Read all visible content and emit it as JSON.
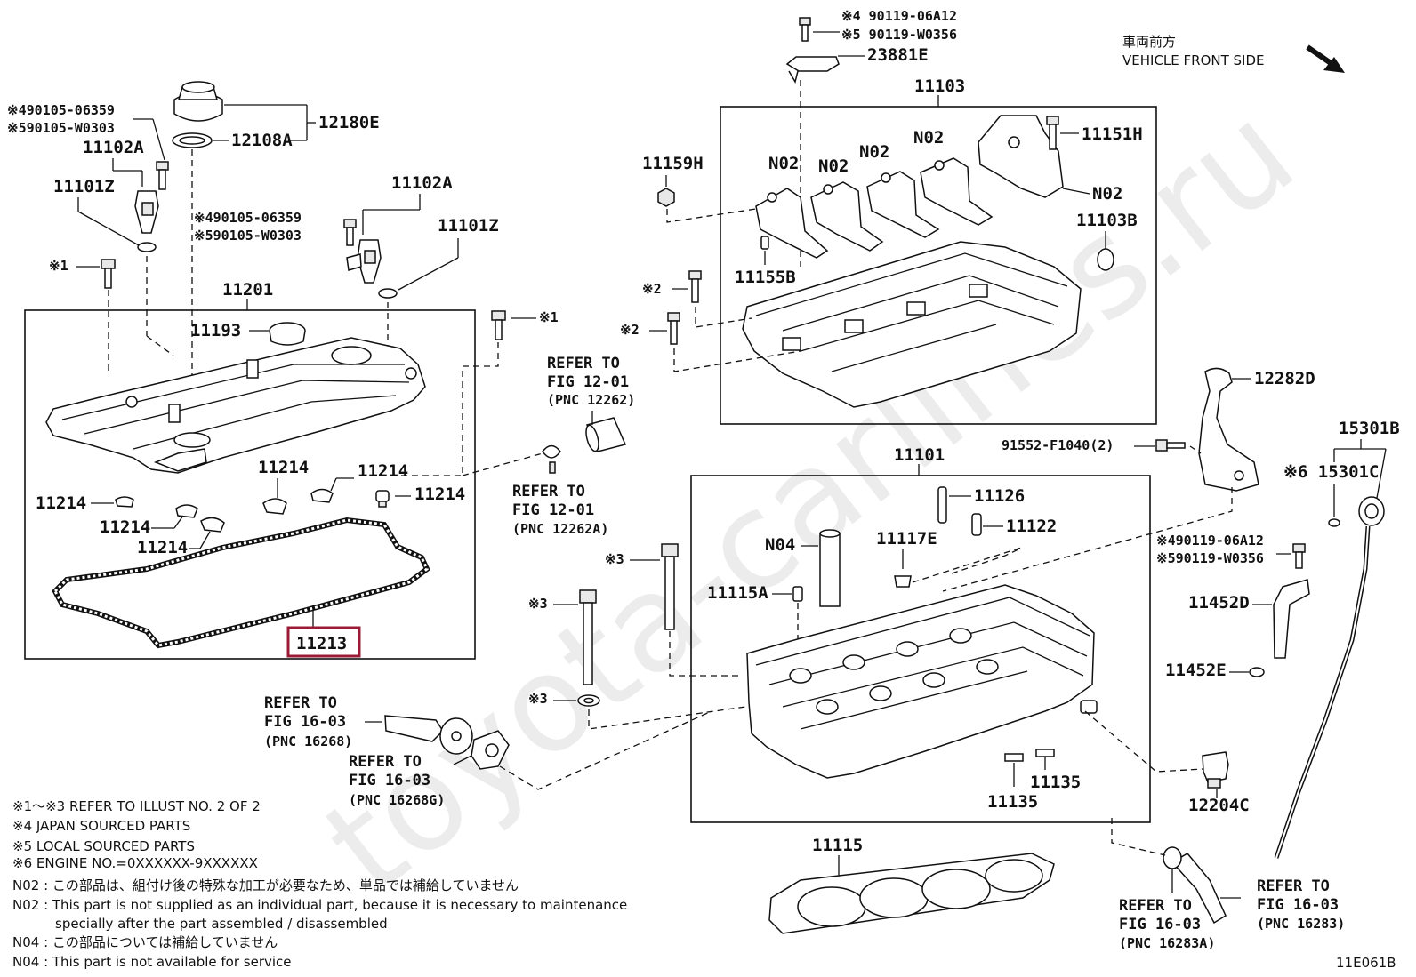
{
  "watermark": "toyota-carlines.ru",
  "front_side": {
    "jp": "車両前方",
    "en": "VEHICLE FRONT SIDE"
  },
  "figure_id": "11E061B",
  "labels": {
    "p23881E": "23881E",
    "m4_90119": "※4 90119-06A12",
    "m5_90119": "※5 90119-W0356",
    "p11103": "11103",
    "p11159H": "11159H",
    "n02_a": "N02",
    "n02_b": "N02",
    "n02_c": "N02",
    "n02_d": "N02",
    "n02_e": "N02",
    "p11151H": "11151H",
    "p11103B": "11103B",
    "p11155B": "11155B",
    "m2_a": "※2",
    "m2_b": "※2",
    "p12180E": "12180E",
    "p12108A": "12108A",
    "m4_90105_l": "※490105-06359",
    "m5_90105_l": "※590105-W0303",
    "p11102A_l": "11102A",
    "p11101Z_l": "11101Z",
    "p11102A_r": "11102A",
    "m4_90105_r": "※490105-06359",
    "m5_90105_r": "※590105-W0303",
    "p11101Z_r": "11101Z",
    "m1_a": "※1",
    "m1_b": "※1",
    "p11201": "11201",
    "p11193": "11193",
    "p11214_a": "11214",
    "p11214_b": "11214",
    "p11214_c": "11214",
    "p11214_d": "11214",
    "p11214_e": "11214",
    "p11214_f": "11214",
    "p11213": "11213",
    "p12282D": "12282D",
    "p91552": "91552-F1040(2)",
    "p15301B": "15301B",
    "m6_15301C": "※6 15301C",
    "p11101": "11101",
    "p11126": "11126",
    "p11122": "11122",
    "n04": "N04",
    "p11117E": "11117E",
    "p11115A": "11115A",
    "m3_a": "※3",
    "m3_b": "※3",
    "m3_c": "※3",
    "m4_90119_r": "※490119-06A12",
    "m5_90119_r": "※590119-W0356",
    "p11452D": "11452D",
    "p11452E": "11452E",
    "p12204C": "12204C",
    "p11135_a": "11135",
    "p11135_b": "11135",
    "p11115": "11115"
  },
  "refs": [
    {
      "title": "REFER TO",
      "fig": "FIG 12-01",
      "pnc": "(PNC 12262)"
    },
    {
      "title": "REFER TO",
      "fig": "FIG 12-01",
      "pnc": "(PNC 12262A)"
    },
    {
      "title": "REFER TO",
      "fig": "FIG 16-03",
      "pnc": "(PNC 16268)"
    },
    {
      "title": "REFER TO",
      "fig": "FIG 16-03",
      "pnc": "(PNC 16268G)"
    },
    {
      "title": "REFER TO",
      "fig": "FIG 16-03",
      "pnc": "(PNC 16283A)"
    },
    {
      "title": "REFER TO",
      "fig": "FIG 16-03",
      "pnc": "(PNC 16283)"
    }
  ],
  "notes": [
    "※1～※3  REFER TO ILLUST NO. 2 OF 2",
    "※4  JAPAN SOURCED PARTS",
    "※5  LOCAL SOURCED PARTS",
    "※6  ENGINE NO.=0XXXXXX-9XXXXXX",
    "N02 : この部品は、組付け後の特殊な加工が必要なため、単品では補給していません",
    "N02 : This part is not supplied as an individual part, because it is necessary to maintenance",
    "specially after the part assembled / disassembled",
    "N04 : この部品については補給していません",
    "N04 : This part is not available for service"
  ],
  "highlight_color": "#9b1b35"
}
